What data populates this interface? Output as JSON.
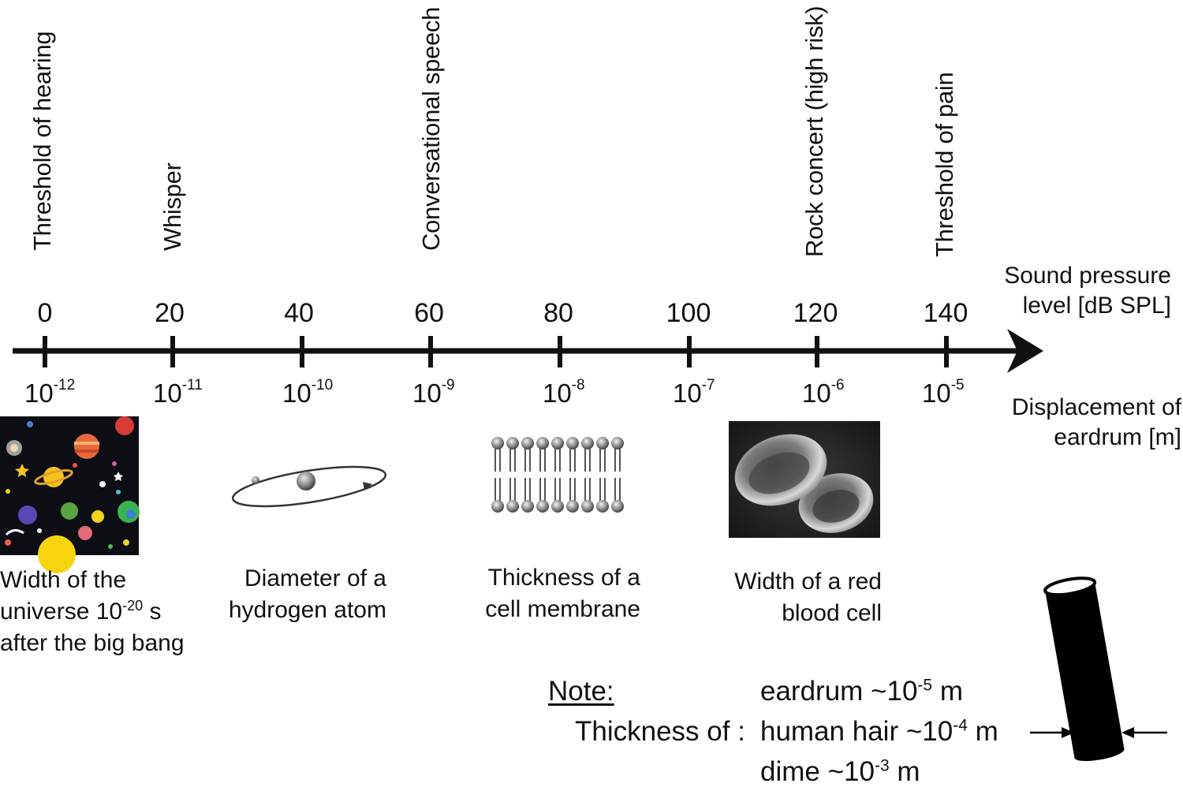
{
  "events": [
    {
      "label": "Threshold of hearing",
      "db": 0
    },
    {
      "label": "Whisper",
      "db": 20
    },
    {
      "label": "Conversational speech",
      "db": 60
    },
    {
      "label": "Rock concert (high risk)",
      "db": 120
    },
    {
      "label": "Threshold of pain",
      "db": 140
    }
  ],
  "axis": {
    "title_line1": "Sound pressure",
    "title_line2": "level [dB SPL]",
    "ticks": [
      "0",
      "20",
      "40",
      "60",
      "80",
      "100",
      "120",
      "140"
    ],
    "displacement_base": "10",
    "displacement_exponents": [
      "-12",
      "-11",
      "-10",
      "-9",
      "-8",
      "-7",
      "-6",
      "-5"
    ],
    "displacement_title_line1": "Displacement of",
    "displacement_title_line2": "eardrum [m]"
  },
  "examples": [
    {
      "line1": "Width of the",
      "line2a": "universe 10",
      "line2sup": "-20",
      "line2b": " s",
      "line3": "after the big bang",
      "illustration": "space-planets-image"
    },
    {
      "line1": "Diameter of a",
      "line2": "hydrogen atom",
      "illustration": "atom-orbit-image"
    },
    {
      "line1": "Thickness of a",
      "line2": "cell membrane",
      "illustration": "lipid-bilayer-image"
    },
    {
      "line1": "Width of a red",
      "line2": "blood cell",
      "illustration": "red-blood-cell-image"
    }
  ],
  "note": {
    "heading": "Note:",
    "thickness_label": "Thickness of :",
    "eardrum": {
      "text": "eardrum ~10",
      "exp": "-5",
      "unit": " m"
    },
    "hair": {
      "text": "human hair ~10",
      "exp": "-4",
      "unit": " m"
    },
    "dime": {
      "text": "dime ~10",
      "exp": "-3",
      "unit": " m"
    },
    "illustration": "hair-cylinder-image"
  },
  "colors": {
    "ink": "#111111",
    "background": "#ffffff"
  }
}
